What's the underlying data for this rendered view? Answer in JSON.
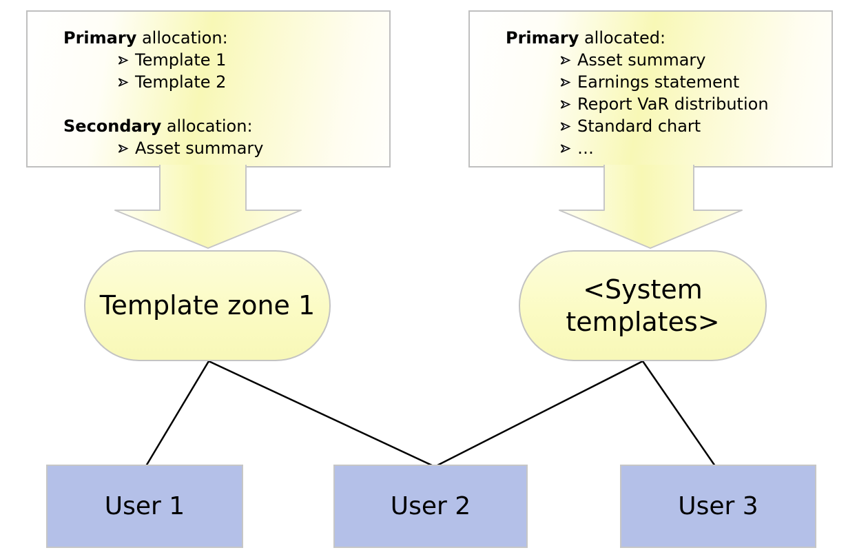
{
  "callout_left": {
    "sections": [
      {
        "heading_bold": "Primary",
        "heading_rest": " allocation:",
        "items": [
          "Template 1",
          "Template 2"
        ]
      },
      {
        "heading_bold": "Secondary",
        "heading_rest": " allocation:",
        "items": [
          "Asset summary"
        ]
      }
    ]
  },
  "callout_right": {
    "sections": [
      {
        "heading_bold": "Primary",
        "heading_rest": " allocated:",
        "items": [
          "Asset summary",
          "Earnings statement",
          "Report VaR distribution",
          "Standard chart",
          "…"
        ]
      }
    ]
  },
  "nodes": {
    "template_zone": {
      "label": "Template zone 1"
    },
    "system_templates": {
      "label": "<System templates>"
    }
  },
  "users": [
    {
      "label": "User 1"
    },
    {
      "label": "User 2"
    },
    {
      "label": "User 3"
    }
  ],
  "icons": {
    "bullet": "arrowhead-bullet",
    "arrow": "block-down-arrow"
  },
  "colors": {
    "callout_yellow": "#f8f8b6",
    "zone_fill": "#fbfbc4",
    "user_fill": "#b4c0e8",
    "border_gray": "#c0c0c0",
    "line_black": "#000000",
    "text": "#000000",
    "background": "#ffffff"
  }
}
